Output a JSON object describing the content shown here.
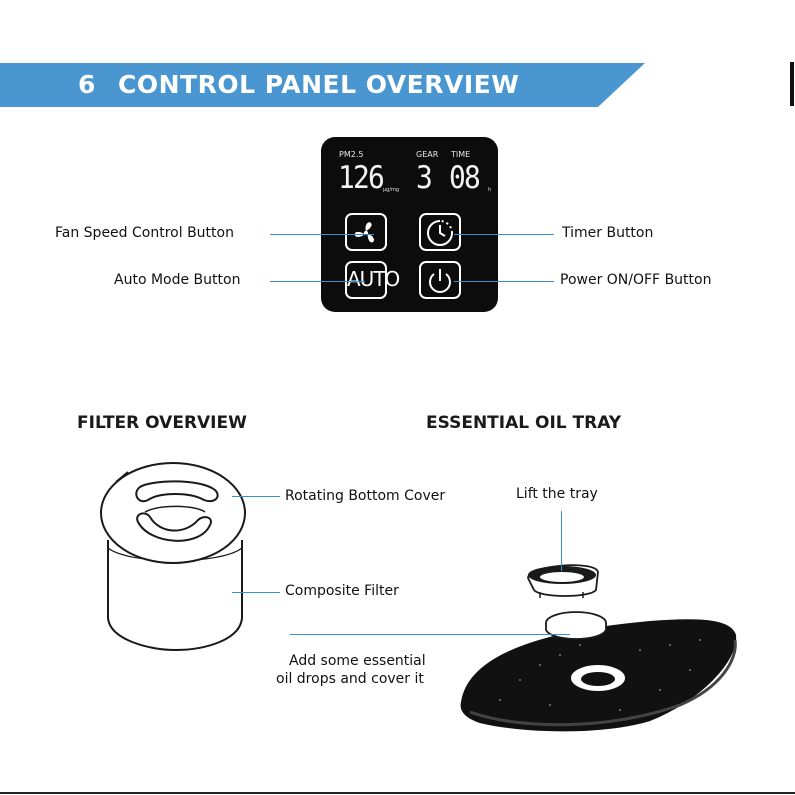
{
  "header": {
    "section_number": "6",
    "title": "CONTROL PANEL OVERVIEW",
    "banner_color": "#4a96d0"
  },
  "control_panel": {
    "pm_label": "PM2.5",
    "pm_value": "126",
    "pm_unit": "μg/mg",
    "gear_label": "GEAR",
    "gear_value": "3",
    "time_label": "TIME",
    "time_value": "08",
    "time_unit": "h",
    "auto_button_text": "AUTO",
    "callouts": {
      "fan_speed": "Fan Speed Control Button",
      "auto_mode": "Auto Mode Button",
      "timer": "Timer Button",
      "power": "Power ON/OFF Button"
    },
    "line_color": "#3b8fd0"
  },
  "filter_overview": {
    "heading": "FILTER OVERVIEW",
    "rotating_cover": "Rotating Bottom Cover",
    "composite_filter": "Composite Filter"
  },
  "oil_tray": {
    "heading": "ESSENTIAL OIL TRAY",
    "lift_label": "Lift the tray",
    "add_oil_line1": "Add some essential",
    "add_oil_line2": "oil drops and cover it"
  }
}
